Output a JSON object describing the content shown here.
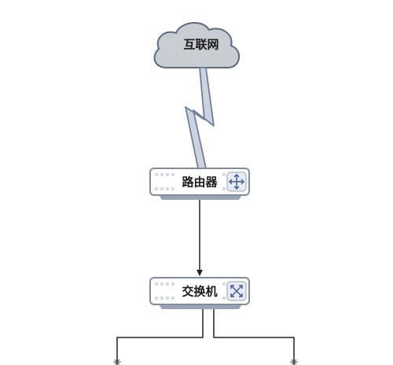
{
  "nodes": {
    "internet": {
      "label": "互联网",
      "icon": "cloud-icon"
    },
    "router": {
      "label": "路由器",
      "icon": "router-icon"
    },
    "switch": {
      "label": "交换机",
      "icon": "switch-icon"
    }
  },
  "connections": [
    {
      "from": "internet",
      "to": "router",
      "type": "wireless-link",
      "icon": "lightning-bolt-icon"
    },
    {
      "from": "router",
      "to": "switch",
      "type": "wired-link",
      "arrow": true
    },
    {
      "from": "switch",
      "to": "left-branch",
      "type": "wired-link"
    },
    {
      "from": "switch",
      "to": "right-branch",
      "type": "wired-link"
    }
  ],
  "colors": {
    "cloud_fill": "#c9ccd1",
    "cloud_stroke": "#5a6b85",
    "bolt_fill": "#cdd3de",
    "bolt_stroke": "#6f7f9c",
    "device_fill": "#ffffff",
    "device_border": "#7f8ca3",
    "device_base": "#9aa3b2",
    "dot_color": "#d6dbe4",
    "badge_fill": "#e8ebf1",
    "badge_icon": "#3b5998",
    "line": "#222222"
  }
}
